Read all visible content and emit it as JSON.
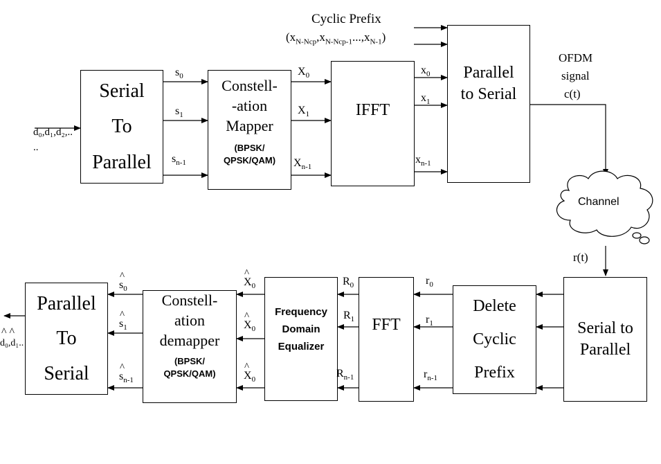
{
  "tx": {
    "serial_to_parallel": [
      "Serial",
      "To",
      "Parallel"
    ],
    "mapper": [
      "Constell-",
      "-ation",
      "Mapper"
    ],
    "mapper_sub": [
      "(BPSK/",
      "QPSK/QAM)"
    ],
    "ifft": "IFFT",
    "p2s": [
      "Parallel",
      "to Serial"
    ],
    "input_label": "d₀,d₁,d₂,..",
    "input_label_2": "..",
    "cyclic_prefix": "Cyclic Prefix",
    "ofdm": [
      "OFDM",
      "signal",
      "c(t)"
    ]
  },
  "channel": {
    "label": "Channel",
    "rt": "r(t)"
  },
  "rx": {
    "serial_to_parallel": [
      "Serial to",
      "Parallel"
    ],
    "delete_cp": [
      "Delete",
      "Cyclic",
      "Prefix"
    ],
    "fft": "FFT",
    "equalizer": [
      "Frequency",
      "Domain",
      "Equalizer"
    ],
    "demapper": [
      "Constell-",
      "ation",
      "demapper"
    ],
    "demapper_sub": [
      "(BPSK/",
      "QPSK/QAM)"
    ],
    "p2s": [
      "Parallel",
      "To",
      "Serial"
    ],
    "output_label": "d₀,d₁.."
  }
}
